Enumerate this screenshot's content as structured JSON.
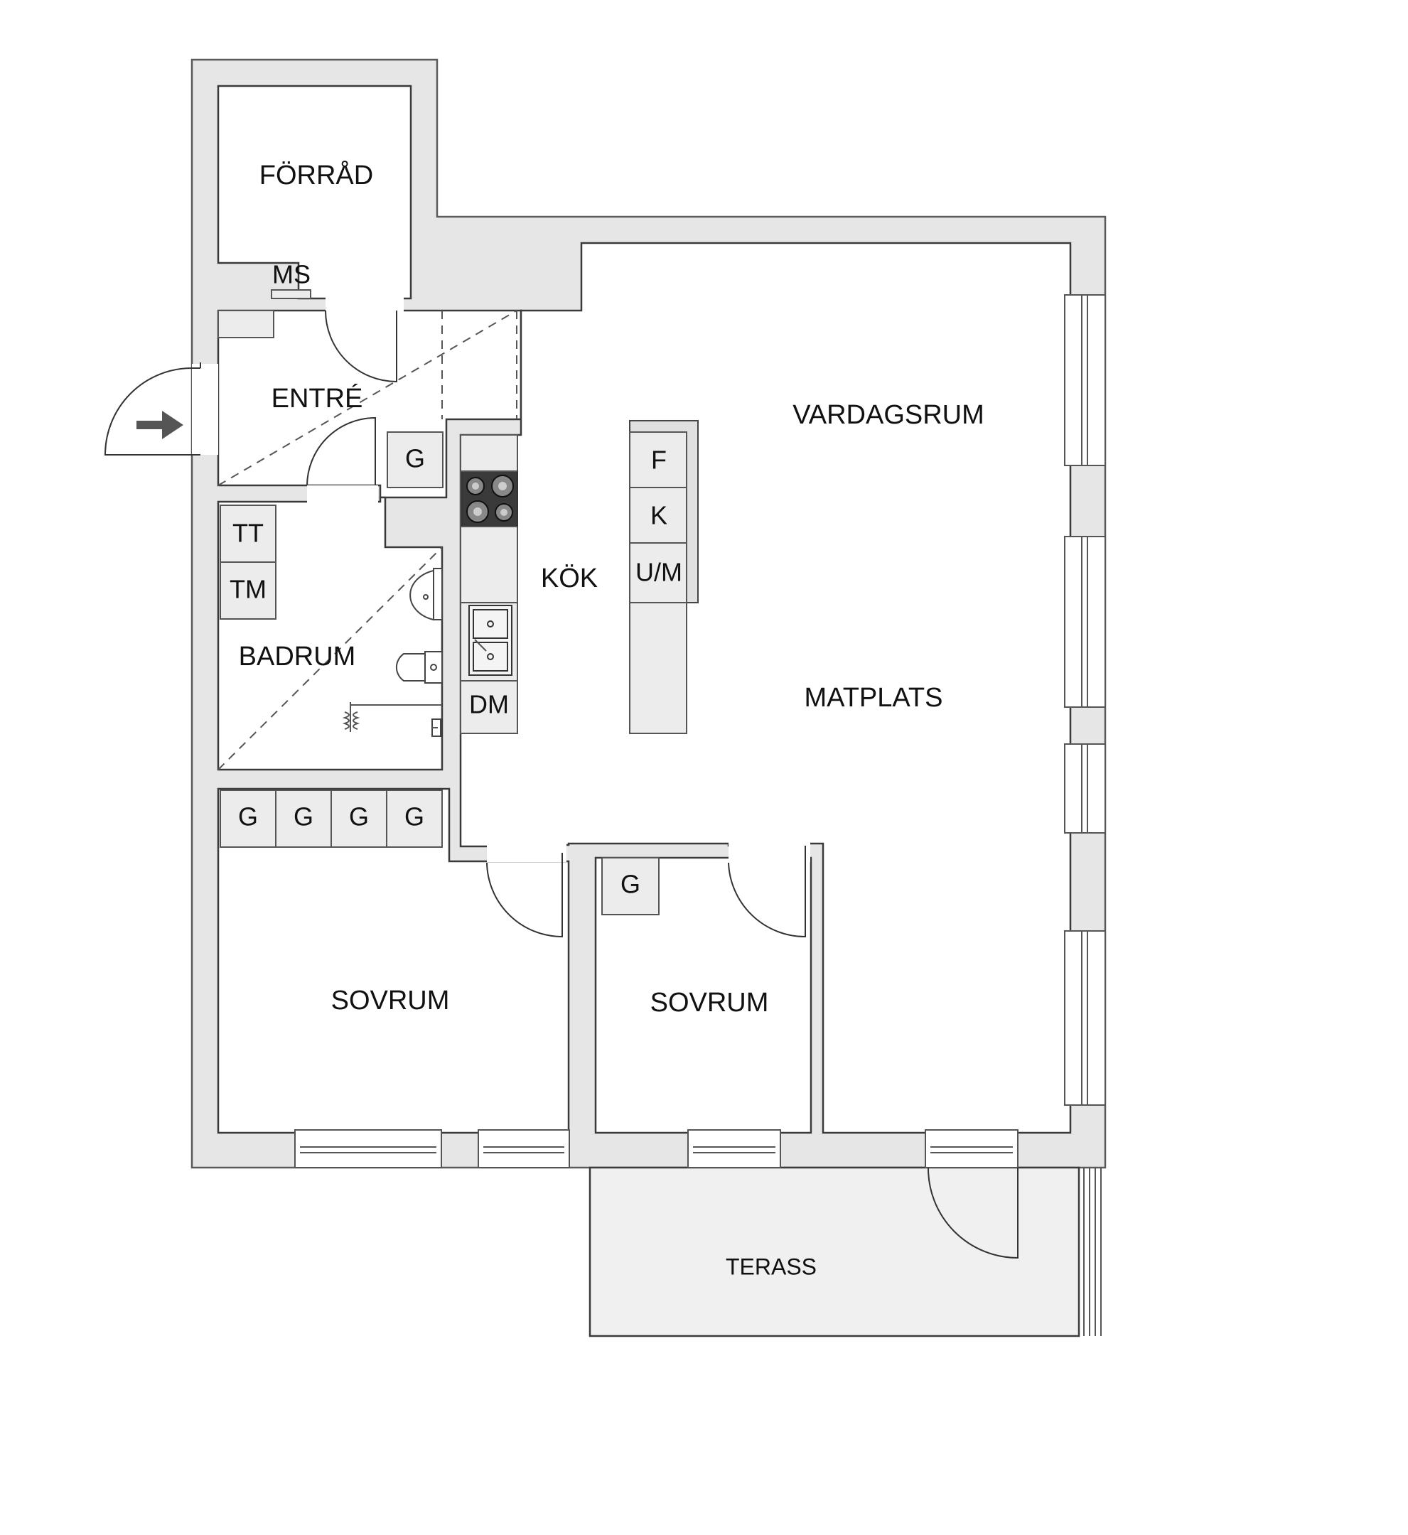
{
  "rooms": {
    "storage": "FÖRRÅD",
    "entrance": "ENTRÉ",
    "living_room": "VARDAGSRUM",
    "kitchen": "KÖK",
    "bathroom": "BADRUM",
    "dining": "MATPLATS",
    "bedroom_1": "SOVRUM",
    "bedroom_2": "SOVRUM",
    "terrace": "TERASS"
  },
  "appliances": {
    "ms": "MS",
    "wardrobe_entrance": "G",
    "tt": "TT",
    "tm": "TM",
    "f": "F",
    "k": "K",
    "um": "U/M",
    "dm": "DM",
    "wardrobes_row": [
      "G",
      "G",
      "G",
      "G"
    ],
    "wardrobe_bedroom": "G"
  }
}
